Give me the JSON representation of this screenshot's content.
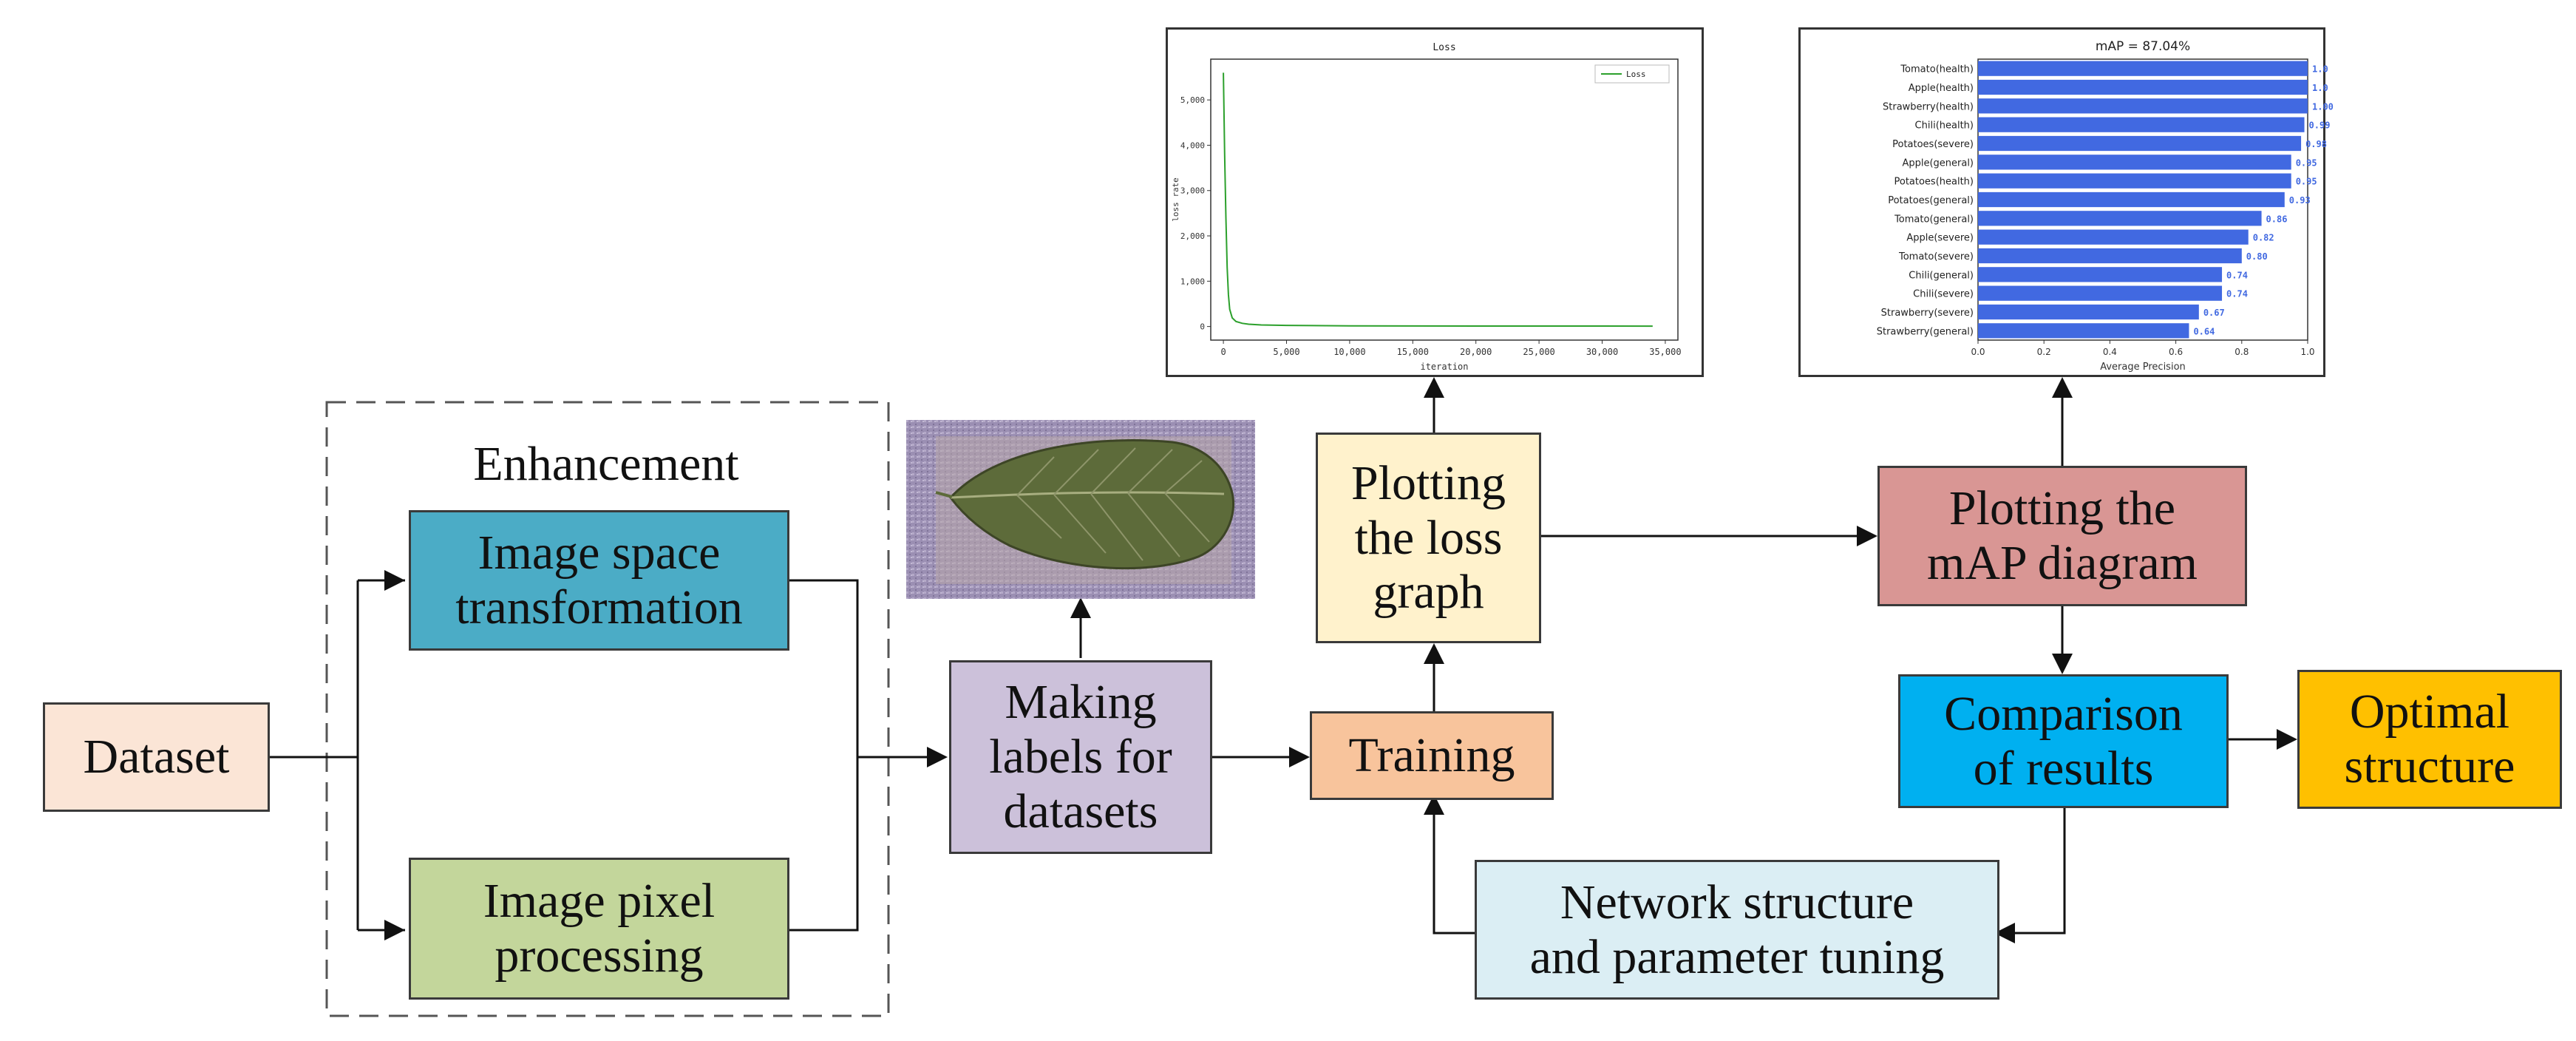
{
  "diagram": {
    "enhancement_label": "Enhancement",
    "nodes": {
      "dataset": "Dataset",
      "image_space": "Image space\ntransformation",
      "image_pixel": "Image pixel\nprocessing",
      "making_labels": "Making\nlabels for\ndatasets",
      "training": "Training",
      "plotting_loss": "Plotting\nthe loss\ngraph",
      "plotting_map": "Plotting the\nmAP diagram",
      "comparison": "Comparison\nof results",
      "optimal": "Optimal\nstructure",
      "network": "Network structure\nand parameter tuning"
    },
    "colors": {
      "dataset": "#fbe5d6",
      "image_space": "#4bacc6",
      "image_pixel": "#c3d69b",
      "making_labels": "#ccc1da",
      "training": "#f8c49c",
      "plotting_loss": "#fff2cc",
      "plotting_map": "#d99694",
      "comparison": "#00b0f0",
      "optimal": "#ffc000",
      "network": "#dbeef4"
    }
  },
  "loss_chart": {
    "chart_data": {
      "type": "line",
      "title": "Loss",
      "xlabel": "iteration",
      "ylabel": "loss rate",
      "legend": "Loss",
      "legend_position": "top-right",
      "xticks": [
        "0",
        "5,000",
        "10,000",
        "15,000",
        "20,000",
        "25,000",
        "30,000",
        "35,000"
      ],
      "yticks": [
        "0",
        "1,000",
        "2,000",
        "3,000",
        "4,000",
        "5,000"
      ],
      "xlim": [
        -1000,
        36000
      ],
      "ylim": [
        -300,
        5900
      ],
      "series": [
        {
          "color": "#2ca02c",
          "x": [
            0,
            100,
            200,
            300,
            400,
            500,
            700,
            1000,
            1500,
            2000,
            3000,
            5000,
            10000,
            15000,
            20000,
            25000,
            30000,
            34000
          ],
          "y": [
            5600,
            3800,
            2400,
            1300,
            700,
            380,
            190,
            110,
            70,
            50,
            35,
            25,
            15,
            12,
            10,
            10,
            9,
            8
          ]
        }
      ]
    }
  },
  "map_chart": {
    "chart_data": {
      "type": "bar",
      "orientation": "horizontal",
      "title": "mAP = 87.04%",
      "xlabel": "Average Precision",
      "xlim": [
        0,
        1.0
      ],
      "xticks": [
        "0.0",
        "0.2",
        "0.4",
        "0.6",
        "0.8",
        "1.0"
      ],
      "color": "#4169e1",
      "categories": [
        "Tomato(health)",
        "Apple(health)",
        "Strawberry(health)",
        "Chili(health)",
        "Potatoes(severe)",
        "Apple(general)",
        "Potatoes(health)",
        "Potatoes(general)",
        "Tomato(general)",
        "Apple(severe)",
        "Tomato(severe)",
        "Chili(general)",
        "Chili(severe)",
        "Strawberry(severe)",
        "Strawberry(general)"
      ],
      "values": [
        1.0,
        1.0,
        1.0,
        0.99,
        0.98,
        0.95,
        0.95,
        0.93,
        0.86,
        0.82,
        0.8,
        0.74,
        0.74,
        0.67,
        0.64
      ],
      "labels": [
        "1.0",
        "1.0",
        "1.00",
        "0.99",
        "0.98",
        "0.95",
        "0.95",
        "0.93",
        "0.86",
        "0.82",
        "0.80",
        "0.74",
        "0.74",
        "0.67",
        "0.64"
      ]
    }
  }
}
